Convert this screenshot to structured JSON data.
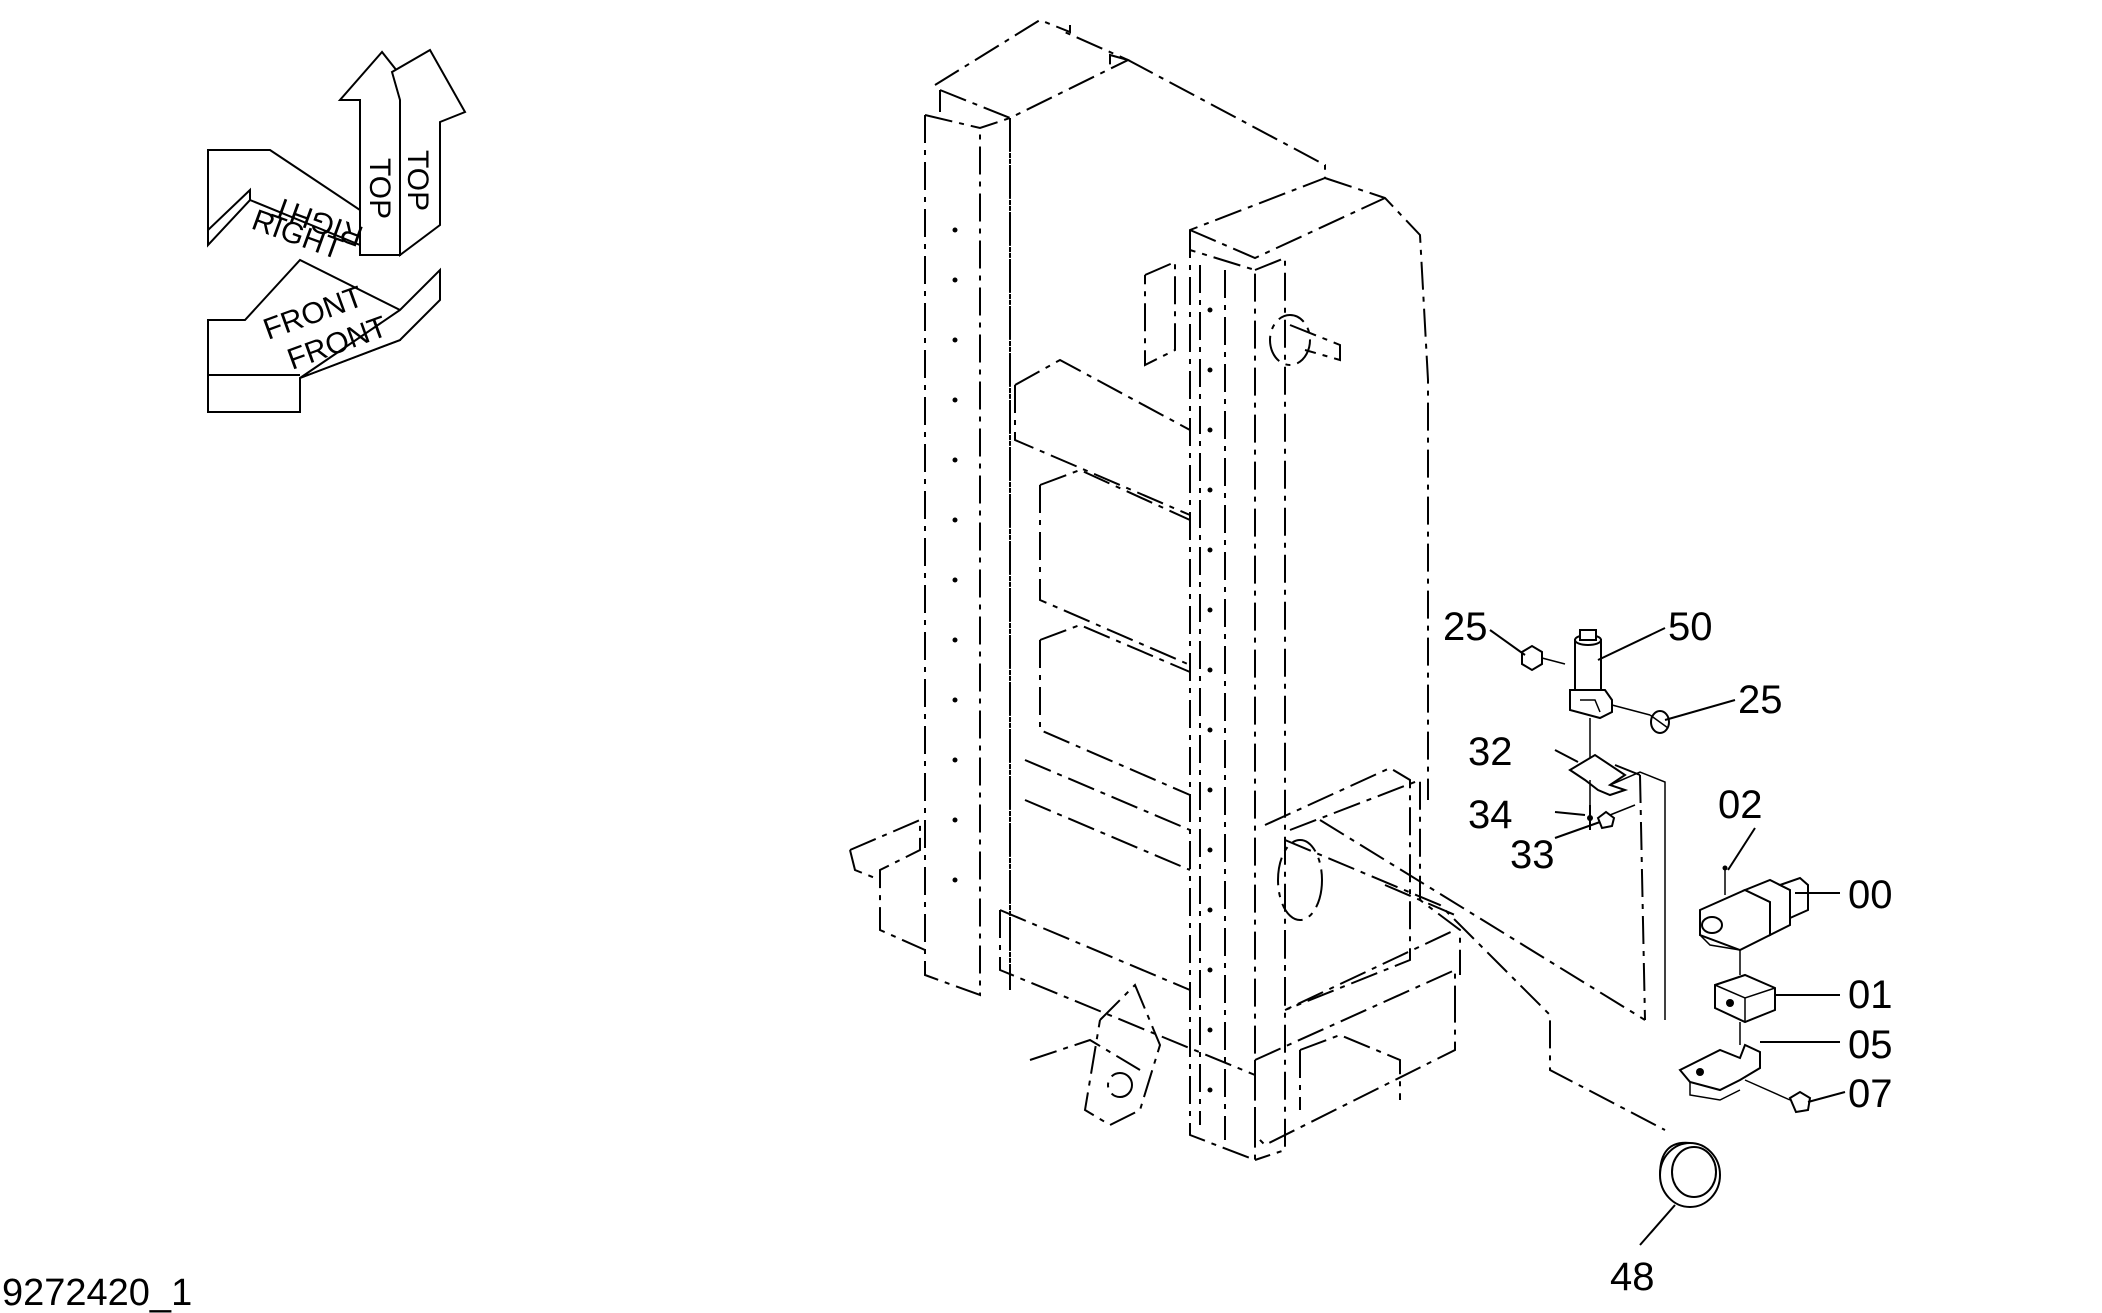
{
  "drawing_id": "9272420_1",
  "orientation": {
    "top_label": "TOP",
    "right_label": "RIGHT",
    "front_label": "FRONT"
  },
  "callouts": [
    {
      "id": "c25a",
      "text": "25"
    },
    {
      "id": "c50",
      "text": "50"
    },
    {
      "id": "c25b",
      "text": "25"
    },
    {
      "id": "c32",
      "text": "32"
    },
    {
      "id": "c34",
      "text": "34"
    },
    {
      "id": "c33",
      "text": "33"
    },
    {
      "id": "c02",
      "text": "02"
    },
    {
      "id": "c00",
      "text": "00"
    },
    {
      "id": "c01",
      "text": "01"
    },
    {
      "id": "c05",
      "text": "05"
    },
    {
      "id": "c07",
      "text": "07"
    },
    {
      "id": "c48",
      "text": "48"
    }
  ]
}
